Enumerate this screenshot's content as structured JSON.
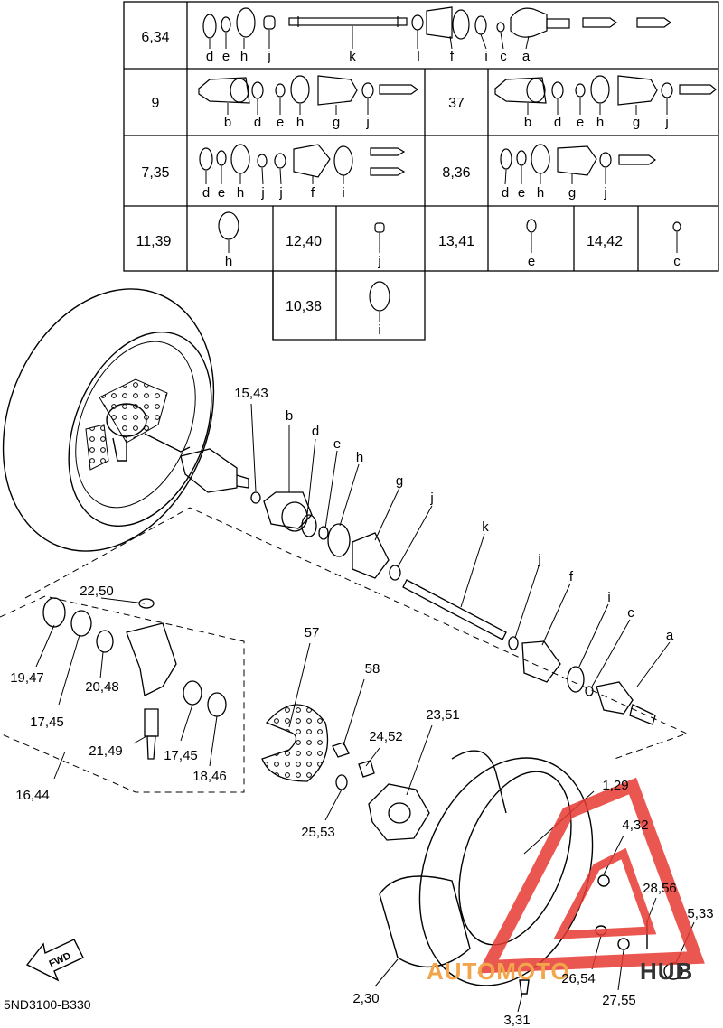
{
  "diagram_code": "5ND3100-B330",
  "fwd_label": "FWD",
  "watermark": {
    "part1": "AUTOMOTO",
    "part2": "HUB",
    "color_red": "#e63a32",
    "color_orange": "#f2a54a",
    "color_dark": "#333333"
  },
  "table": {
    "r1": {
      "num": "6,34",
      "letters": [
        "d",
        "e",
        "h",
        "j",
        "k",
        "l",
        "f",
        "i",
        "c",
        "a"
      ]
    },
    "r2": {
      "left_num": "9",
      "left_letters": [
        "b",
        "d",
        "e",
        "h",
        "g",
        "j"
      ],
      "right_num": "37",
      "right_letters": [
        "b",
        "d",
        "e",
        "h",
        "g",
        "j"
      ]
    },
    "r3": {
      "left_num": "7,35",
      "left_letters": [
        "d",
        "e",
        "h",
        "j",
        "j",
        "f",
        "i"
      ],
      "right_num": "8,36",
      "right_letters": [
        "d",
        "e",
        "h",
        "g",
        "j"
      ]
    },
    "r4": {
      "a_num": "11,39",
      "a_letter": "h",
      "b_num": "12,40",
      "b_letter": "j",
      "c_num": "13,41",
      "c_letter": "e",
      "d_num": "14,42",
      "d_letter": "c"
    },
    "r5": {
      "num": "10,38",
      "letter": "i"
    }
  },
  "callouts": {
    "c15_43": "15,43",
    "b": "b",
    "d": "d",
    "e": "e",
    "h": "h",
    "g": "g",
    "j1": "j",
    "k": "k",
    "j2": "j",
    "f": "f",
    "i": "i",
    "c": "c",
    "a": "a",
    "c22_50": "22,50",
    "c19_47": "19,47",
    "c17_45a": "17,45",
    "c20_48": "20,48",
    "c21_49": "21,49",
    "c17_45b": "17,45",
    "c18_46": "18,46",
    "c16_44": "16,44",
    "c57": "57",
    "c58": "58",
    "c24_52": "24,52",
    "c23_51": "23,51",
    "c25_53": "25,53",
    "c1_29": "1,29",
    "c4_32": "4,32",
    "c28_56": "28,56",
    "c5_33": "5,33",
    "c2_30": "2,30",
    "c26_54": "26,54",
    "c27_55": "27,55",
    "c3_31": "3,31"
  }
}
